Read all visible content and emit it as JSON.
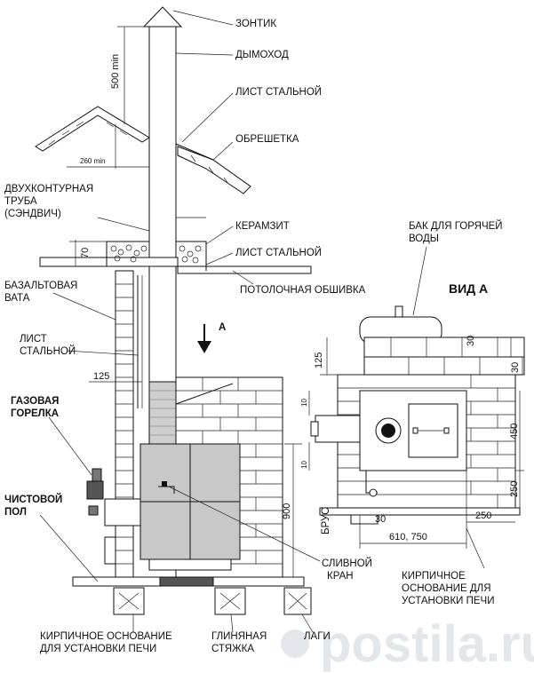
{
  "labels": {
    "zontik": "ЗОНТИК",
    "dymohod": "ДЫМОХОД",
    "list_stalnoy_top": "ЛИСТ СТАЛЬНОЙ",
    "obreshetka": "ОБРЕШЕТКА",
    "dvuhkonturnaya_1": "ДВУХКОНТУРНАЯ",
    "dvuhkonturnaya_2": "ТРУБА",
    "dvuhkonturnaya_3": "(СЭНДВИЧ)",
    "keramzit": "КЕРАМЗИТ",
    "list_stalnoy_mid": "ЛИСТ СТАЛЬНОЙ",
    "potolochnaya": "ПОТОЛОЧНАЯ ОБШИВКА",
    "bazaltovaya_1": "БАЗАЛЬТОВАЯ",
    "bazaltovaya_2": "ВАТА",
    "list_left_1": "ЛИСТ",
    "list_left_2": "СТАЛЬНОЙ",
    "gazovaya_1": "ГАЗОВАЯ",
    "gazovaya_2": "ГОРЕЛКА",
    "chistovoy_1": "ЧИСТОВОЙ",
    "chistovoy_2": "ПОЛ",
    "slivnoy_1": "СЛИВНОЙ",
    "slivnoy_2": "КРАН",
    "kirpich_left_1": "КИРПИЧНОЕ ОСНОВАНИЕ",
    "kirpich_left_2": "ДЛЯ УСТАНОВКИ ПЕЧИ",
    "glinyanaya_1": "ГЛИНЯНАЯ",
    "glinyanaya_2": "СТЯЖКА",
    "lagi": "ЛАГИ",
    "bak_1": "БАК ДЛЯ ГОРЯЧЕЙ",
    "bak_2": "ВОДЫ",
    "vid_a": "ВИД А",
    "arrow_a": "А",
    "brus": "БРУС",
    "kirpich_right_1": "КИРПИЧНОЕ",
    "kirpich_right_2": "ОСНОВАНИЕ ДЛЯ",
    "kirpich_right_3": "УСТАНОВКИ ПЕЧИ"
  },
  "dimensions": {
    "d500": "500 min",
    "d260": "260 min",
    "d70": "70",
    "d125_left": "125",
    "d900": "900",
    "d125_right": "125",
    "d10_a": "10",
    "d10_b": "10",
    "d30_top": "30",
    "d30_right": "30",
    "d450": "450",
    "d250_right": "250",
    "d30_bottom": "30",
    "d250_bottom": "250",
    "d610": "610, 750"
  },
  "watermark": "postila.ru"
}
